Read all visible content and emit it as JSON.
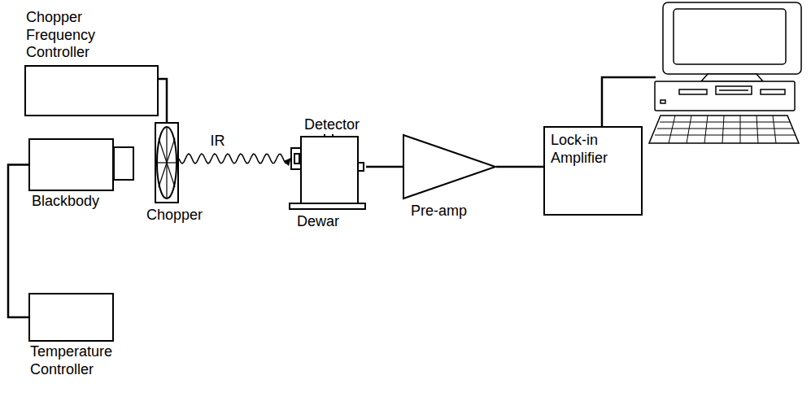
{
  "diagram": {
    "nodes": [
      {
        "text": [
          "Chopper Frequency Controller"
        ]
      },
      {
        "text": [
          "Blackbody"
        ]
      },
      {
        "text": [
          "Temperature Controller"
        ]
      },
      {
        "text": [
          "Chopper"
        ]
      },
      {
        "text": [
          "Dewar"
        ]
      },
      {
        "text": [
          "Pre-amp"
        ]
      },
      {
        "text": [
          "Lock-in Amplifier"
        ]
      }
    ],
    "edges": [
      {
        "from": 0,
        "to": 3,
        "arrow": "none"
      },
      {
        "from": 1,
        "to": 2,
        "arrow": "none"
      },
      {
        "from": 3,
        "to": 4,
        "label": "IR",
        "arrow": "to"
      },
      {
        "from": 4,
        "to": 5,
        "arrow": "none"
      },
      {
        "from": 5,
        "to": 6,
        "arrow": "none"
      }
    ],
    "labels": [
      "Detector"
    ]
  }
}
